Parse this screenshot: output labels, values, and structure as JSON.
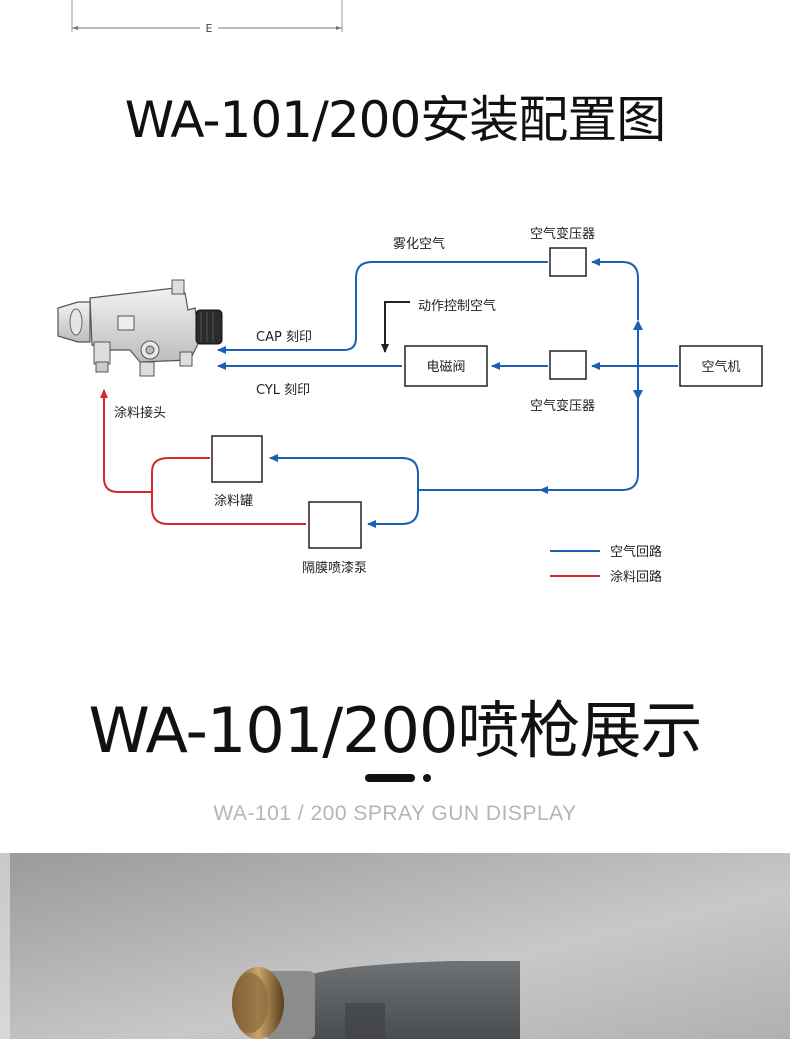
{
  "dimension_label": "E",
  "section1": {
    "title": "WA-101/200安装配置图"
  },
  "diagram": {
    "labels": {
      "atomize_air": "雾化空气",
      "regulator_top": "空气变压器",
      "action_air": "动作控制空气",
      "cap_mark": "CAP 刻印",
      "cyl_mark": "CYL 刻印",
      "solenoid": "电磁阀",
      "regulator_mid": "空气变压器",
      "compressor": "空气机",
      "paint_joint": "涂料接头",
      "paint_tank": "涂料罐",
      "pump": "隔膜喷漆泵"
    },
    "legend": [
      {
        "label": "空气回路",
        "color": "#1a5fb4"
      },
      {
        "label": "涂料回路",
        "color": "#d62828"
      }
    ]
  },
  "section2": {
    "title": "WA-101/200喷枪展示",
    "subtitle": "WA-101 / 200 SPRAY GUN DISPLAY"
  }
}
